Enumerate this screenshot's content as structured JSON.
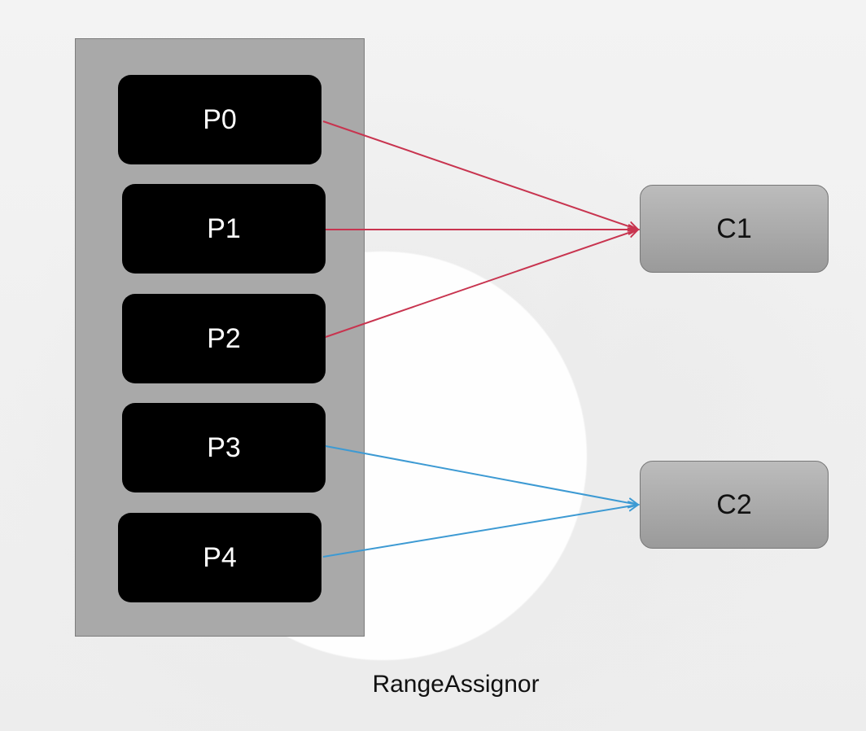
{
  "topic": {
    "partitions": [
      "P0",
      "P1",
      "P2",
      "P3",
      "P4"
    ]
  },
  "consumers": [
    "C1",
    "C2"
  ],
  "assignments": [
    {
      "from": "P0",
      "to": "C1",
      "color": "#c8344f"
    },
    {
      "from": "P1",
      "to": "C1",
      "color": "#c8344f"
    },
    {
      "from": "P2",
      "to": "C1",
      "color": "#c8344f"
    },
    {
      "from": "P3",
      "to": "C2",
      "color": "#3d9ad3"
    },
    {
      "from": "P4",
      "to": "C2",
      "color": "#3d9ad3"
    }
  ],
  "caption": "RangeAssignor",
  "colors": {
    "partition_fill": "#000000",
    "topic_fill": "#a9a9a9",
    "consumer_fill": "#a9a9a9",
    "c1_arrows": "#c8344f",
    "c2_arrows": "#3d9ad3"
  }
}
